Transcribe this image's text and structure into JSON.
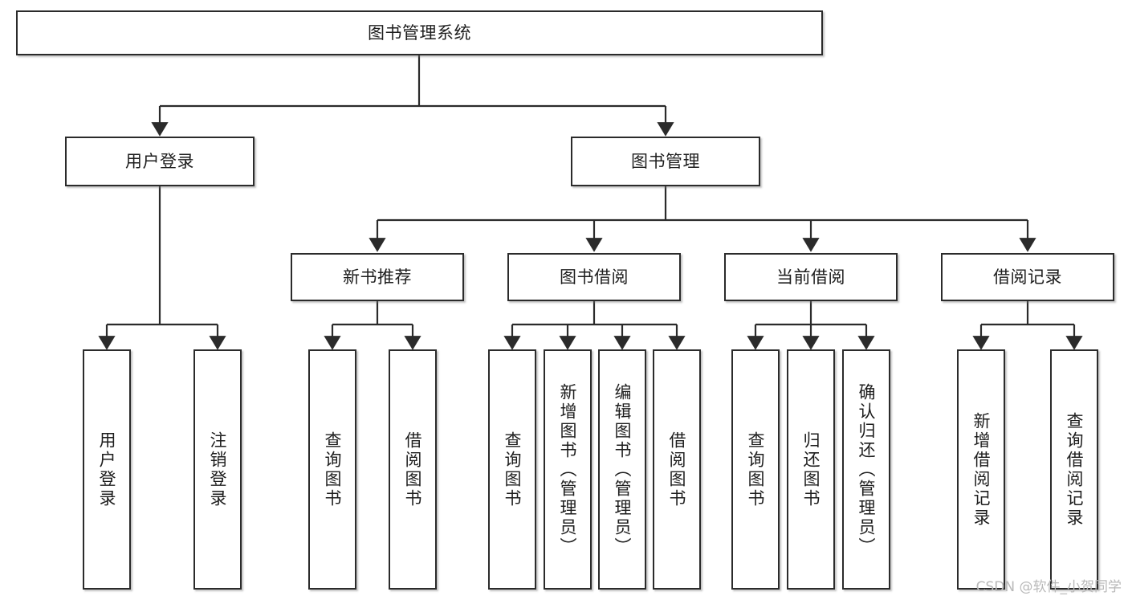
{
  "diagram": {
    "type": "tree-hierarchy",
    "title": "图书管理系统",
    "watermark": "CSDN @软件_小贺同学",
    "colors": {
      "node_border": "#2b2b2b",
      "node_fill": "#ffffff",
      "edge": "#2b2b2b",
      "text": "#1d1d1d",
      "watermark": "#b9b9b9",
      "background": "#ffffff"
    },
    "levels": {
      "root": "图书管理系统",
      "level1": [
        "用户登录",
        "图书管理"
      ],
      "level2": [
        "新书推荐",
        "图书借阅",
        "当前借阅",
        "借阅记录"
      ],
      "level3_count": 13
    }
  },
  "nodes": {
    "root": {
      "label": "图书管理系统",
      "orientation": "horizontal"
    },
    "user_login": {
      "label": "用户登录",
      "orientation": "horizontal"
    },
    "book_manage": {
      "label": "图书管理",
      "orientation": "horizontal"
    },
    "new_book_rec": {
      "label": "新书推荐",
      "orientation": "horizontal"
    },
    "book_borrow": {
      "label": "图书借阅",
      "orientation": "horizontal"
    },
    "current_borrow": {
      "label": "当前借阅",
      "orientation": "horizontal"
    },
    "borrow_record": {
      "label": "借阅记录",
      "orientation": "horizontal"
    },
    "leaf_user_login": {
      "label": "用户登录",
      "orientation": "vertical"
    },
    "leaf_logout": {
      "label": "注销登录",
      "orientation": "vertical"
    },
    "leaf_rec_query": {
      "label": "查询图书",
      "orientation": "vertical"
    },
    "leaf_rec_borrow": {
      "label": "借阅图书",
      "orientation": "vertical"
    },
    "leaf_borrow_query": {
      "label": "查询图书",
      "orientation": "vertical"
    },
    "leaf_add_book": {
      "label": "新增图书（管理员）",
      "orientation": "vertical"
    },
    "leaf_edit_book": {
      "label": "编辑图书（管理员）",
      "orientation": "vertical"
    },
    "leaf_borrow_book": {
      "label": "借阅图书",
      "orientation": "vertical"
    },
    "leaf_cur_query": {
      "label": "查询图书",
      "orientation": "vertical"
    },
    "leaf_return_book": {
      "label": "归还图书",
      "orientation": "vertical"
    },
    "leaf_confirm_return": {
      "label": "确认归还（管理员）",
      "orientation": "vertical"
    },
    "leaf_add_record": {
      "label": "新增借阅记录",
      "orientation": "vertical"
    },
    "leaf_query_record": {
      "label": "查询借阅记录",
      "orientation": "vertical"
    }
  },
  "edges": [
    {
      "from": "图书管理系统",
      "to": "用户登录"
    },
    {
      "from": "图书管理系统",
      "to": "图书管理"
    },
    {
      "from": "用户登录",
      "to": "用户登录"
    },
    {
      "from": "用户登录",
      "to": "注销登录"
    },
    {
      "from": "图书管理",
      "to": "新书推荐"
    },
    {
      "from": "图书管理",
      "to": "图书借阅"
    },
    {
      "from": "图书管理",
      "to": "当前借阅"
    },
    {
      "from": "图书管理",
      "to": "借阅记录"
    },
    {
      "from": "新书推荐",
      "to": "查询图书"
    },
    {
      "from": "新书推荐",
      "to": "借阅图书"
    },
    {
      "from": "图书借阅",
      "to": "查询图书"
    },
    {
      "from": "图书借阅",
      "to": "新增图书（管理员）"
    },
    {
      "from": "图书借阅",
      "to": "编辑图书（管理员）"
    },
    {
      "from": "图书借阅",
      "to": "借阅图书"
    },
    {
      "from": "当前借阅",
      "to": "查询图书"
    },
    {
      "from": "当前借阅",
      "to": "归还图书"
    },
    {
      "from": "当前借阅",
      "to": "确认归还（管理员）"
    },
    {
      "from": "借阅记录",
      "to": "新增借阅记录"
    },
    {
      "from": "借阅记录",
      "to": "查询借阅记录"
    }
  ]
}
